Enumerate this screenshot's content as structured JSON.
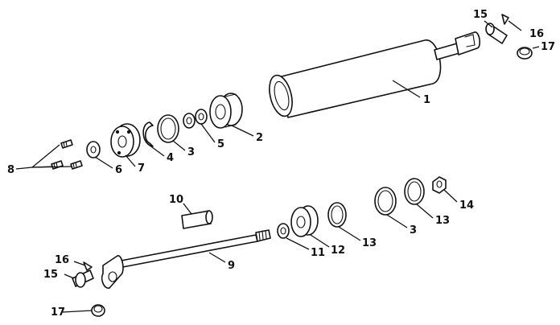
{
  "colors": {
    "ink": "#111111",
    "paper": "#ffffff"
  },
  "callouts": {
    "c1": "1",
    "c2": "2",
    "c3a": "3",
    "c3b": "3",
    "c4": "4",
    "c5": "5",
    "c6": "6",
    "c7": "7",
    "c8": "8",
    "c9": "9",
    "c10": "10",
    "c11": "11",
    "c12": "12",
    "c13a": "13",
    "c13b": "13",
    "c14": "14",
    "c15a": "15",
    "c15b": "15",
    "c16a": "16",
    "c16b": "16",
    "c17a": "17",
    "c17b": "17"
  }
}
